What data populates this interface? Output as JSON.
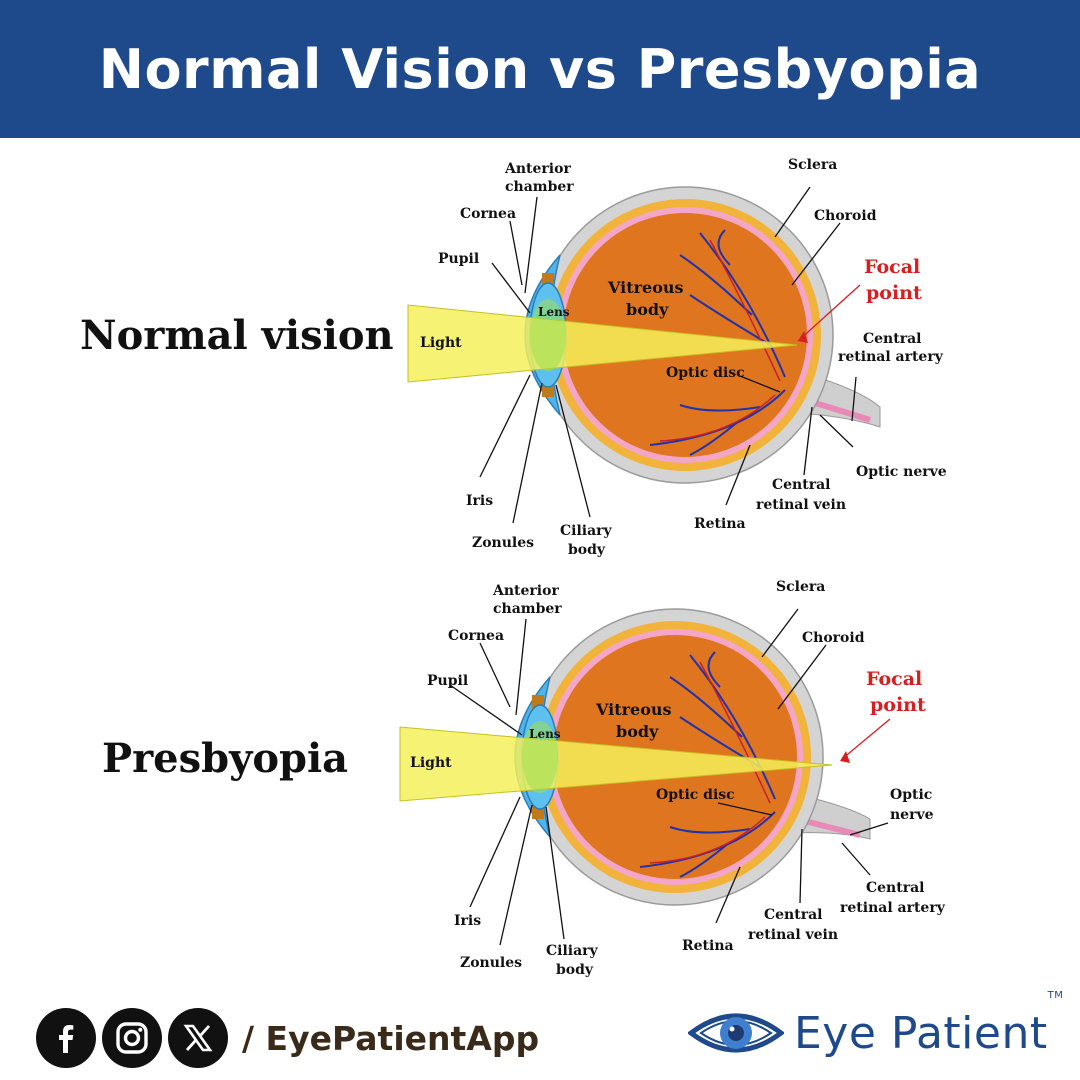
{
  "title": "Normal Vision vs Presbyopia",
  "colors": {
    "header_bg": "#1e4a8c",
    "focal_label": "#d42020",
    "light_beam": "#f5f05a",
    "sclera": "#d4d4d4",
    "choroid": "#f2b33a",
    "vitreous": "#e07520",
    "cornea": "#4fb4e8",
    "vessels": "#2233aa"
  },
  "diagrams": [
    {
      "row_label": "Normal vision",
      "labels": {
        "anterior_chamber": [
          "Anterior",
          "chamber"
        ],
        "cornea": "Cornea",
        "pupil": "Pupil",
        "lens": "Lens",
        "light": "Light",
        "vitreous_body": [
          "Vitreous",
          "body"
        ],
        "sclera": "Sclera",
        "choroid": "Choroid",
        "focal_point": [
          "Focal",
          "point"
        ],
        "optic_disc": "Optic disc",
        "central_retinal_artery": [
          "Central",
          "retinal artery"
        ],
        "optic_nerve": [
          "Optic nerve"
        ],
        "central_retinal_vein": [
          "Central",
          "retinal vein"
        ],
        "retina": "Retina",
        "iris": "Iris",
        "zonules": "Zonules",
        "ciliary_body": [
          "Ciliary",
          "body"
        ]
      }
    },
    {
      "row_label": "Presbyopia",
      "labels": {
        "anterior_chamber": [
          "Anterior",
          "chamber"
        ],
        "cornea": "Cornea",
        "pupil": "Pupil",
        "lens": "Lens",
        "light": "Light",
        "vitreous_body": [
          "Vitreous",
          "body"
        ],
        "sclera": "Sclera",
        "choroid": "Choroid",
        "focal_point": [
          "Focal",
          "point"
        ],
        "optic_disc": "Optic disc",
        "central_retinal_artery": [
          "Central",
          "retinal artery"
        ],
        "optic_nerve": [
          "Optic",
          "nerve"
        ],
        "central_retinal_vein": [
          "Central",
          "retinal vein"
        ],
        "retina": "Retina",
        "iris": "Iris",
        "zonules": "Zonules",
        "ciliary_body": [
          "Ciliary",
          "body"
        ]
      }
    }
  ],
  "footer": {
    "social_icons": [
      "facebook-icon",
      "instagram-icon",
      "x-icon"
    ],
    "handle": "/ EyePatientApp",
    "brand": "Eye Patient",
    "trademark": "TM"
  }
}
